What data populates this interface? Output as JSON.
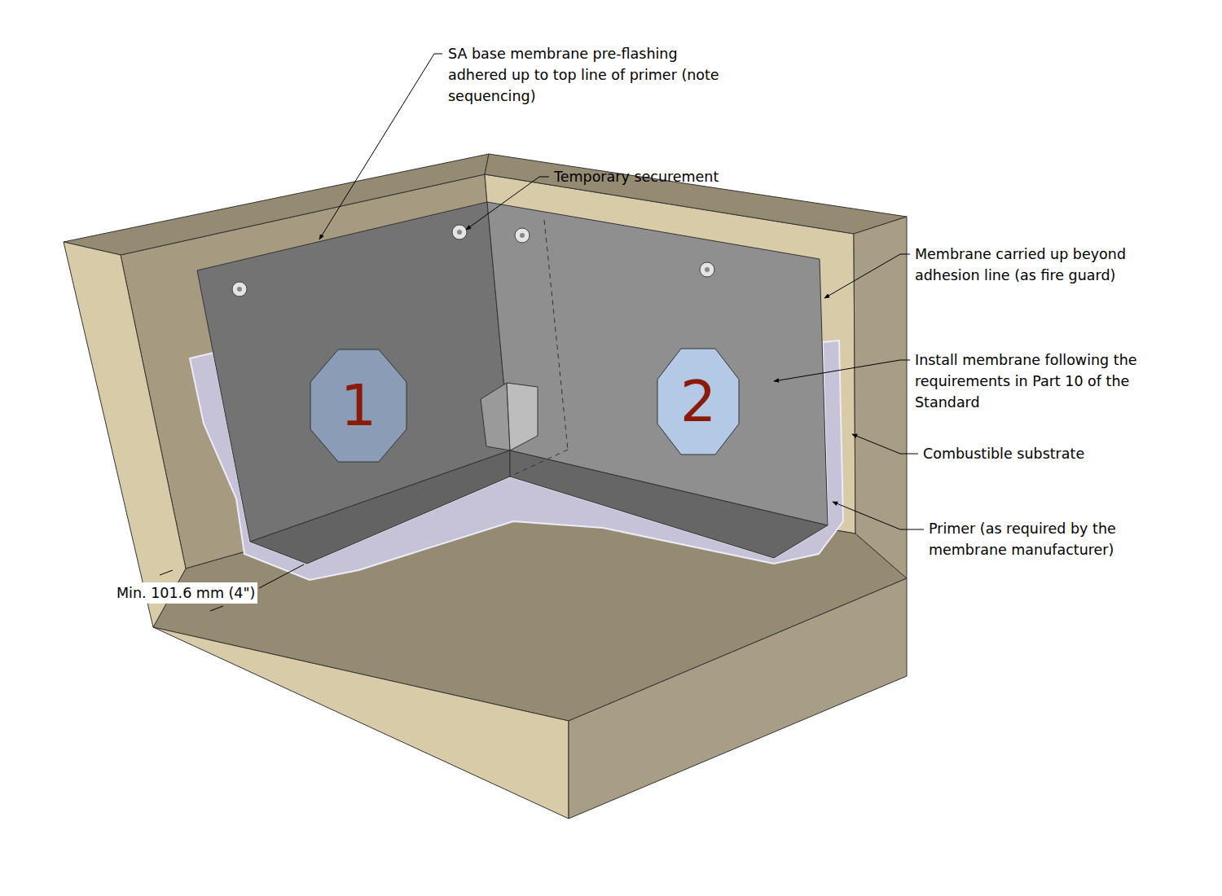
{
  "diagram": {
    "nodes": [
      {
        "text": [
          "1"
        ]
      },
      {
        "text": [
          "2"
        ]
      }
    ],
    "labels": [
      "SA base membrane pre-flashing adhered up to top line of primer (note sequencing)",
      "Temporary securement",
      "Membrane carried up beyond adhesion line (as fire guard)",
      "Install membrane following the requirements in Part 10 of the Standard",
      "Combustible substrate",
      "Primer (as required by the membrane manufacturer)",
      "Min. 101.6 mm (4\")"
    ]
  }
}
